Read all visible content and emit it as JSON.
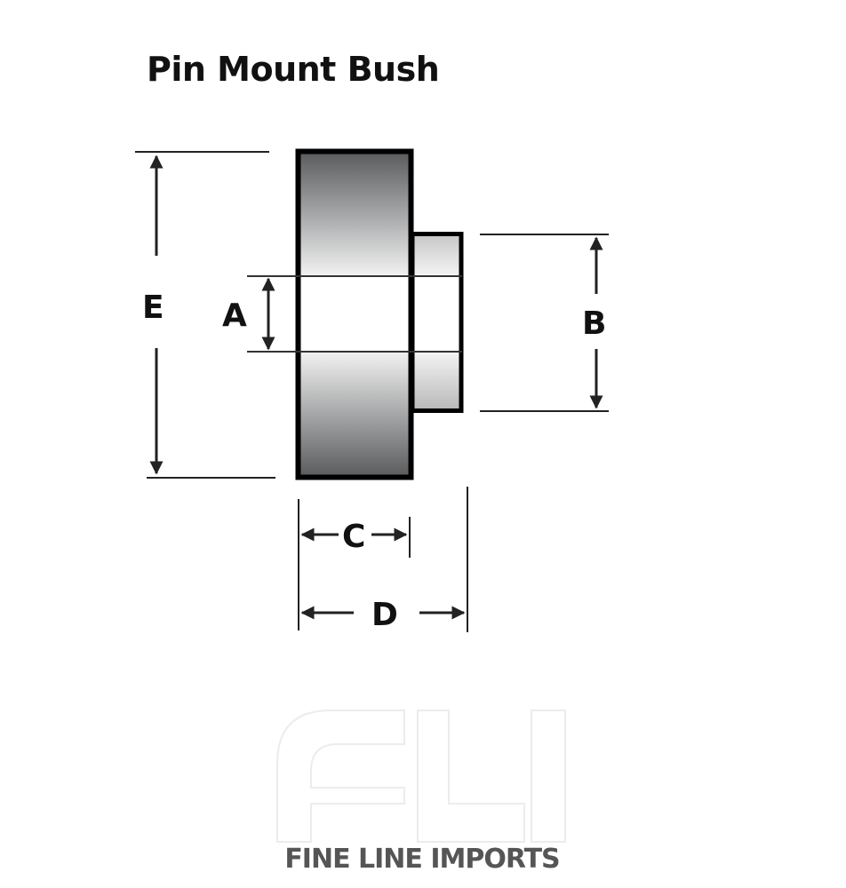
{
  "title": "Pin Mount Bush",
  "dimensions": {
    "E": "E",
    "A": "A",
    "B": "B",
    "C": "C",
    "D": "D"
  },
  "logo": {
    "monogram": "FLI",
    "brand_name": "FINE LINE IMPORTS"
  },
  "colors": {
    "outline": "#000000",
    "gradient_dark": "#5a5c5e",
    "gradient_light": "#f4f4f4",
    "brand_text": "#555555"
  }
}
